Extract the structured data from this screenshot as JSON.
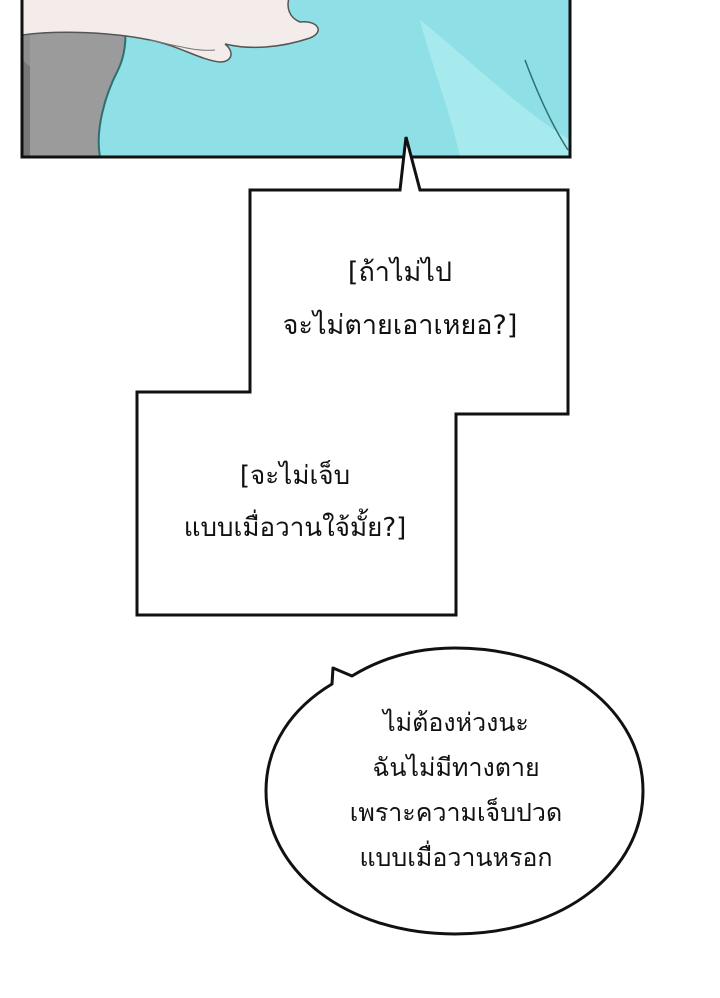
{
  "caption_box_1": {
    "lines": [
      "[ถ้าไม่ไป",
      "จะไม่ตายเอาเหยอ?]"
    ]
  },
  "caption_box_2": {
    "lines": [
      "[จะไม่เจ็บ",
      "แบบเมื่อวานใจ้มั้ย?]"
    ]
  },
  "speech_bubble": {
    "lines": [
      "ไม่ต้องห่วงนะ",
      "ฉันไม่มีทางตาย",
      "เพราะความเจ็บปวด",
      "แบบเมื่อวานหรอก"
    ]
  },
  "colors": {
    "cloth": "#8fe0e6",
    "cloth_shade": "#6fc4cc",
    "cloth_outline": "#2f6f74",
    "skin": "#f3ecea",
    "background_gray": "#8e8e8e",
    "panel_border": "#111111"
  }
}
